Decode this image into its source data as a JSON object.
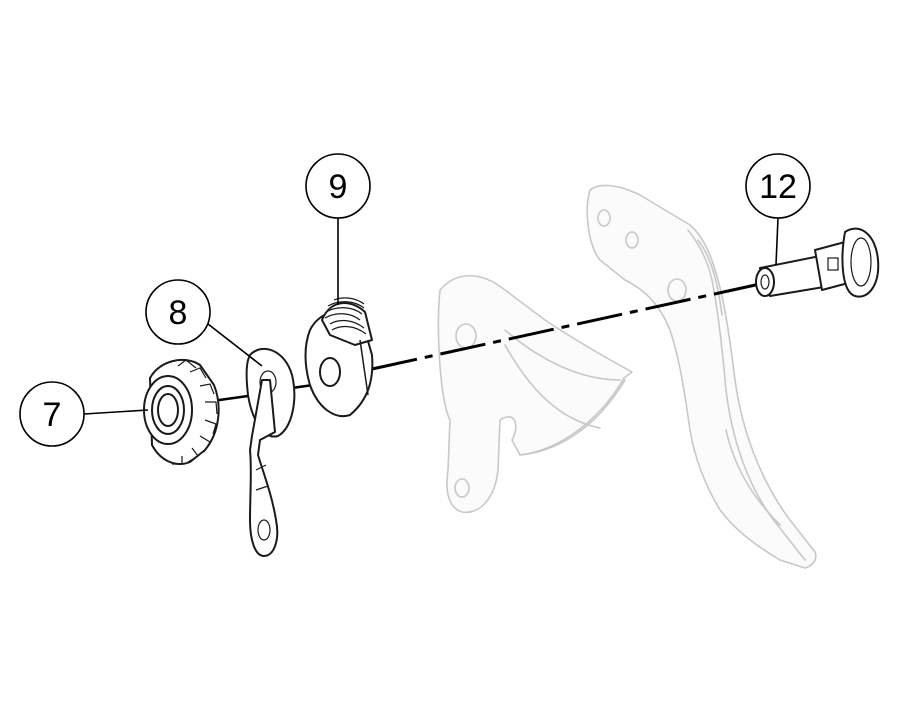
{
  "callouts": [
    {
      "id": "callout-7",
      "label": "7"
    },
    {
      "id": "callout-8",
      "label": "8"
    },
    {
      "id": "callout-9",
      "label": "9"
    },
    {
      "id": "callout-12",
      "label": "12"
    }
  ],
  "colors": {
    "line": "#1a1a1a",
    "ghost": "#c8c8c8",
    "background": "#ffffff"
  }
}
